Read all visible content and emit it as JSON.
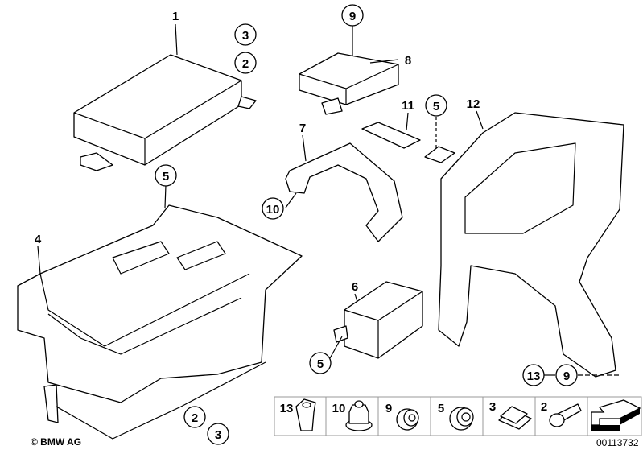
{
  "diagram": {
    "callouts": {
      "p1": "1",
      "p8": "8",
      "p11": "11",
      "p12": "12",
      "p7": "7",
      "p4": "4",
      "p6": "6",
      "c3a": "3",
      "c2a": "2",
      "c9a": "9",
      "c5a": "5",
      "c5b": "5",
      "c10": "10",
      "c5c": "5",
      "c2b": "2",
      "c3b": "3",
      "c13": "13",
      "c9b": "9"
    },
    "legend_strip": [
      {
        "number": "13",
        "icon": "clip-nut-icon"
      },
      {
        "number": "10",
        "icon": "cap-nut-icon"
      },
      {
        "number": "9",
        "icon": "flange-nut-icon"
      },
      {
        "number": "5",
        "icon": "flange-nut-icon"
      },
      {
        "number": "3",
        "icon": "spring-clip-icon"
      },
      {
        "number": "2",
        "icon": "hex-bolt-icon"
      },
      {
        "number": "",
        "icon": "direction-arrow-icon"
      }
    ],
    "copyright": "© BMW AG",
    "diagram_number": "00113732"
  }
}
